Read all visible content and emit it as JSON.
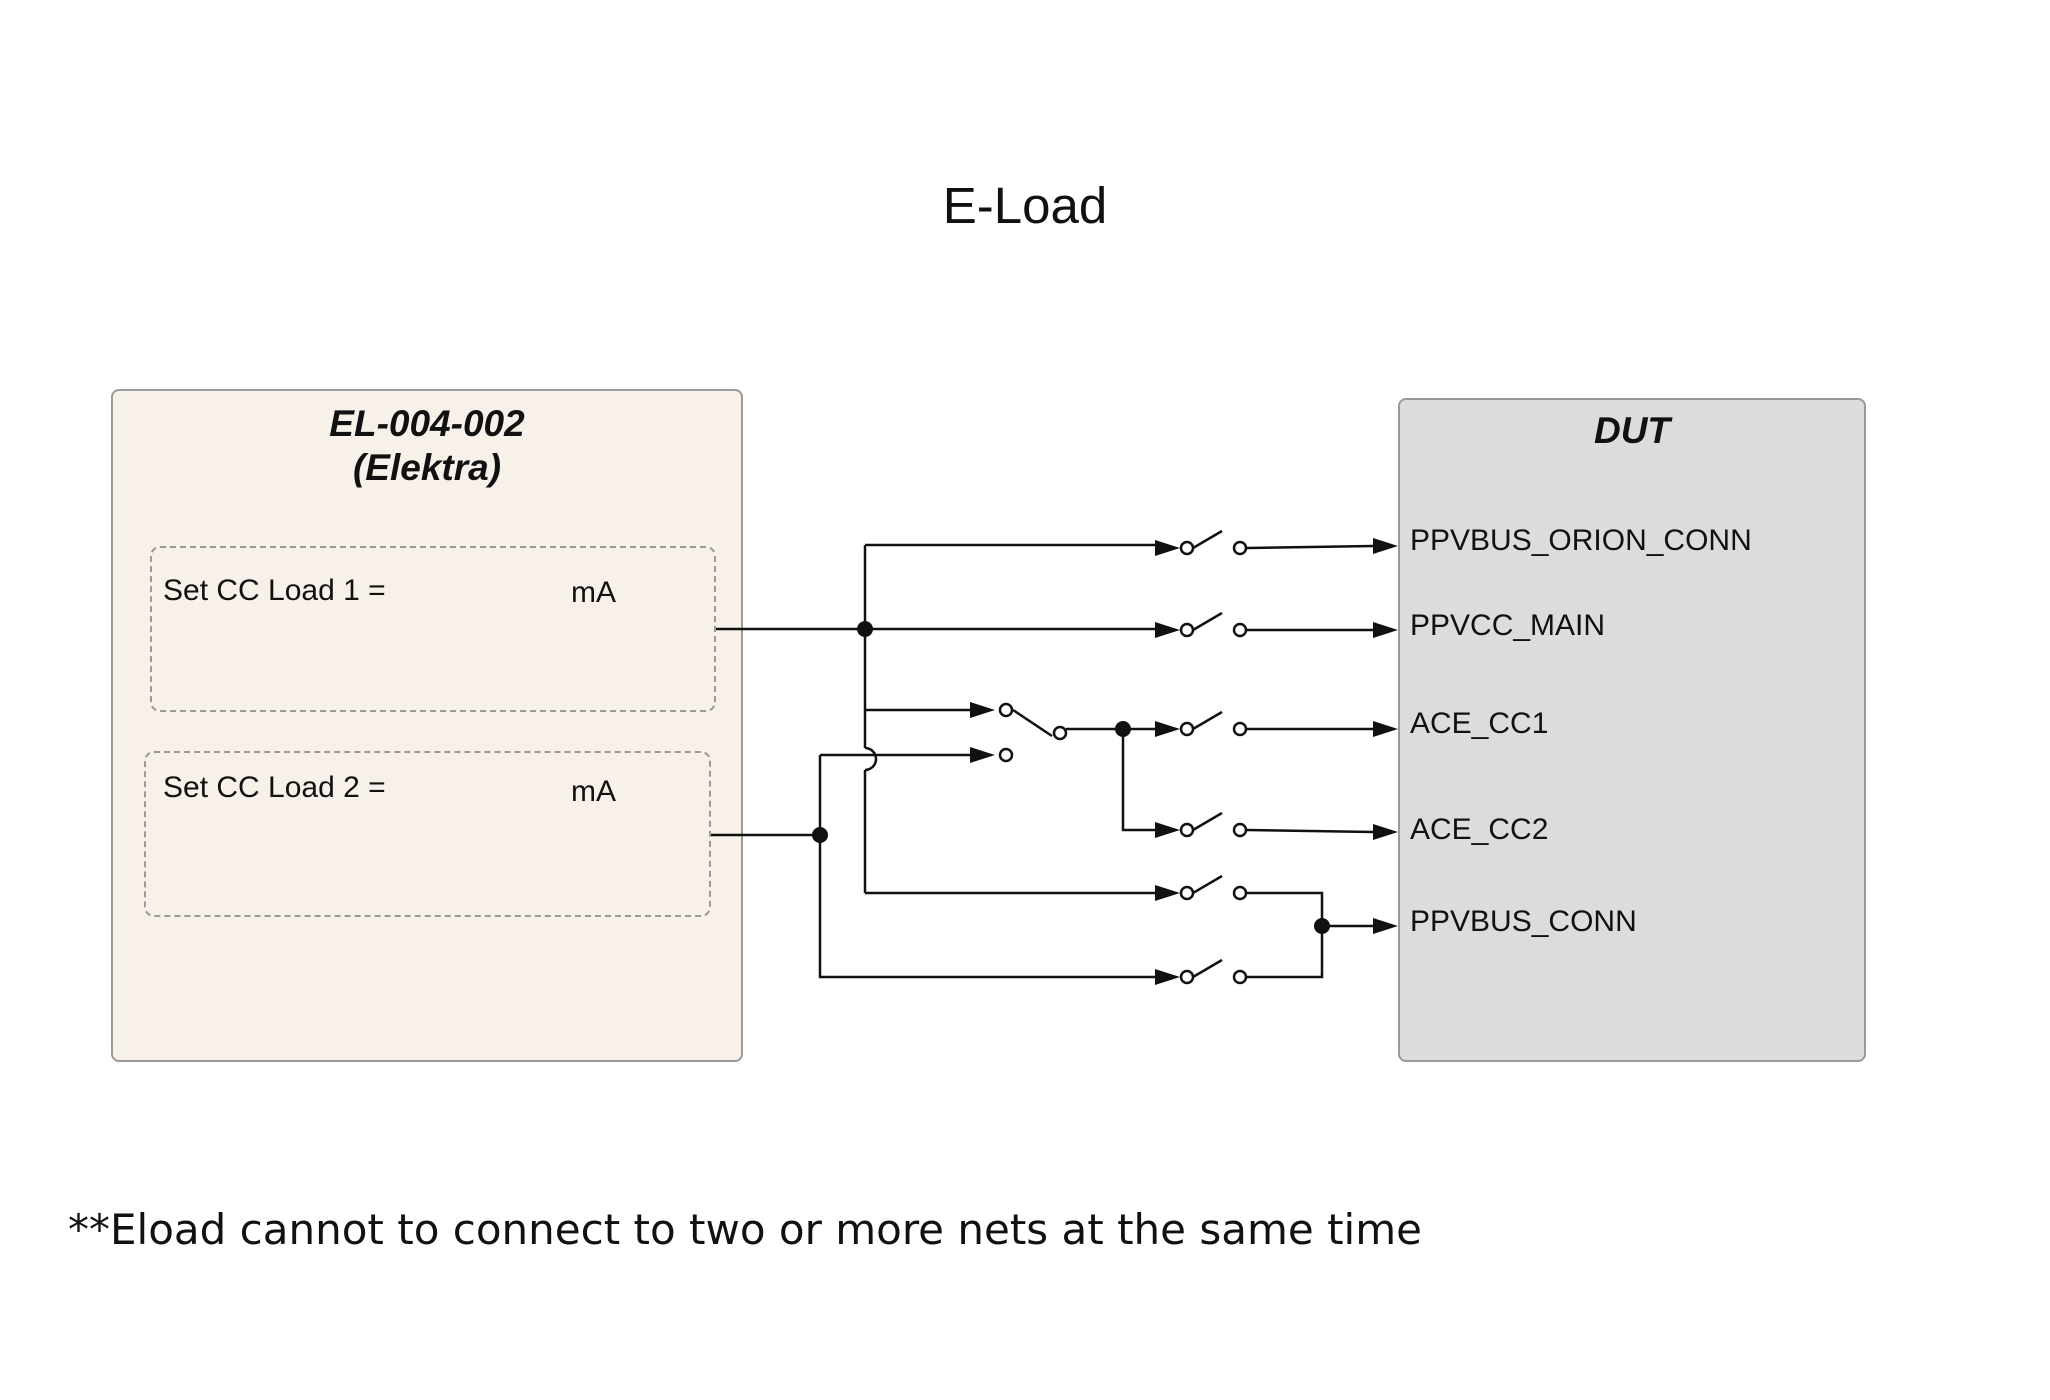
{
  "title": "E-Load",
  "eload": {
    "name": "EL-004-002",
    "subtitle": "(Elektra)",
    "load1_label": "Set CC Load 1  =",
    "load1_unit": "mA",
    "load2_label": "Set CC Load 2  =",
    "load2_unit": "mA"
  },
  "dut": {
    "name": "DUT",
    "nets": [
      "PPVBUS_ORION_CONN",
      "PPVCC_MAIN",
      "ACE_CC1",
      "ACE_CC2",
      "PPVBUS_CONN"
    ]
  },
  "note": "**Eload cannot to connect to two or more nets at the same time"
}
